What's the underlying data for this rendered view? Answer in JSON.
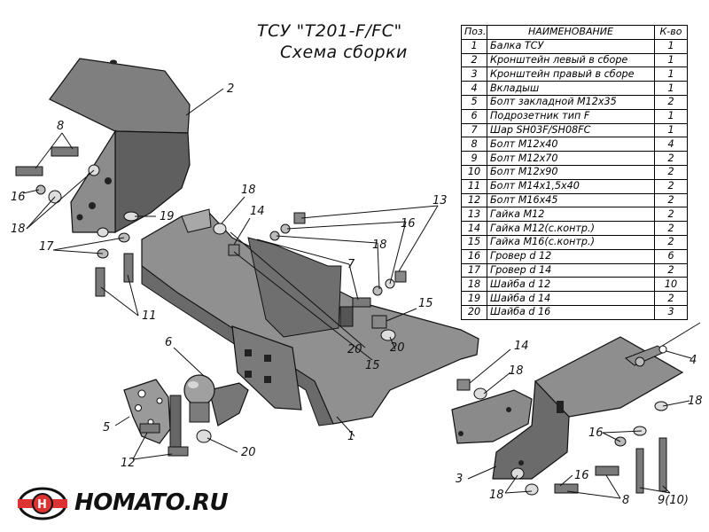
{
  "title_line1": "ТСУ \"T201-F/FC\"",
  "title_line2": "Схема сборки",
  "table": {
    "headers": {
      "pos": "Поз.",
      "name": "НАИМЕНОВАНИЕ",
      "qty": "К-во"
    },
    "rows": [
      {
        "pos": "1",
        "name": "Балка ТСУ",
        "qty": "1"
      },
      {
        "pos": "2",
        "name": "Кронштейн левый в сборе",
        "qty": "1"
      },
      {
        "pos": "3",
        "name": "Кронштейн правый в сборе",
        "qty": "1"
      },
      {
        "pos": "4",
        "name": "Вкладыш",
        "qty": "1"
      },
      {
        "pos": "5",
        "name": "Болт закладной M12x35",
        "qty": "2"
      },
      {
        "pos": "6",
        "name": "Подрозетник тип F",
        "qty": "1"
      },
      {
        "pos": "7",
        "name": "Шар SH03F/SH08FC",
        "qty": "1"
      },
      {
        "pos": "8",
        "name": "Болт M12x40",
        "qty": "4"
      },
      {
        "pos": "9",
        "name": "Болт M12x70",
        "qty": "2"
      },
      {
        "pos": "10",
        "name": "Болт M12x90",
        "qty": "2"
      },
      {
        "pos": "11",
        "name": "Болт M14x1,5x40",
        "qty": "2"
      },
      {
        "pos": "12",
        "name": "Болт M16x45",
        "qty": "2"
      },
      {
        "pos": "13",
        "name": "Гайка M12",
        "qty": "2"
      },
      {
        "pos": "14",
        "name": "Гайка M12(с.контр.)",
        "qty": "2"
      },
      {
        "pos": "15",
        "name": "Гайка  M16(с.контр.)",
        "qty": "2"
      },
      {
        "pos": "16",
        "name": "Гровер d 12",
        "qty": "6"
      },
      {
        "pos": "17",
        "name": "Гровер d 14",
        "qty": "2"
      },
      {
        "pos": "18",
        "name": "Шайба d 12",
        "qty": "10"
      },
      {
        "pos": "19",
        "name": "Шайба d 14",
        "qty": "2"
      },
      {
        "pos": "20",
        "name": "Шайба d 16",
        "qty": "3"
      }
    ]
  },
  "callouts": [
    "1",
    "2",
    "3",
    "4",
    "5",
    "6",
    "7",
    "8",
    "8",
    "11",
    "12",
    "13",
    "14",
    "14",
    "15",
    "15",
    "16",
    "16",
    "16",
    "16",
    "17",
    "18",
    "18",
    "18",
    "18",
    "18",
    "19",
    "20",
    "20",
    "20",
    "9(10)"
  ],
  "logo": {
    "text": "HOMATO.RU"
  },
  "colors": {
    "part_fill": "#8a8a8a",
    "part_dark": "#5e5e5e",
    "part_light": "#b5b5b5",
    "line": "#111111"
  }
}
